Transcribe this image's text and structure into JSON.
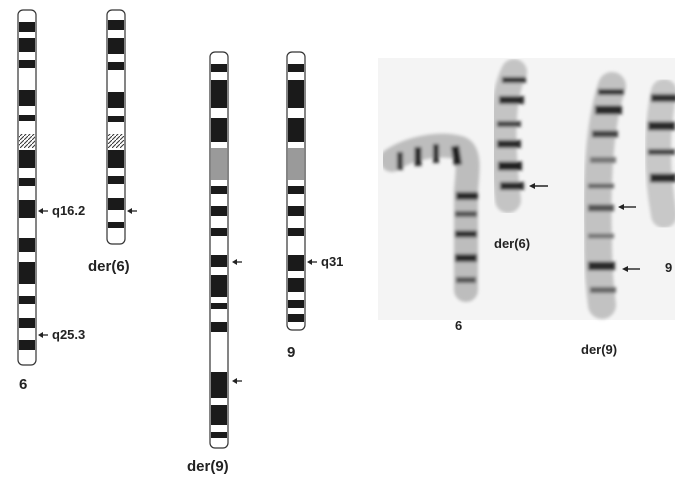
{
  "ideograms": {
    "chr6": {
      "label": "6",
      "band_q16": "q16.2",
      "band_q25": "q25.3"
    },
    "der6": {
      "label": "der(6)"
    },
    "der9": {
      "label": "der(9)"
    },
    "chr9": {
      "label": "9",
      "band_q31": "q31"
    }
  },
  "photos": {
    "chr6": {
      "label": "6"
    },
    "der6": {
      "label": "der(6)"
    },
    "der9": {
      "label": "der(9)"
    },
    "chr9": {
      "label": "9"
    }
  },
  "colors": {
    "band": "#1a1a1a",
    "gray_band": "#9a9a9a",
    "outline": "#333333"
  }
}
